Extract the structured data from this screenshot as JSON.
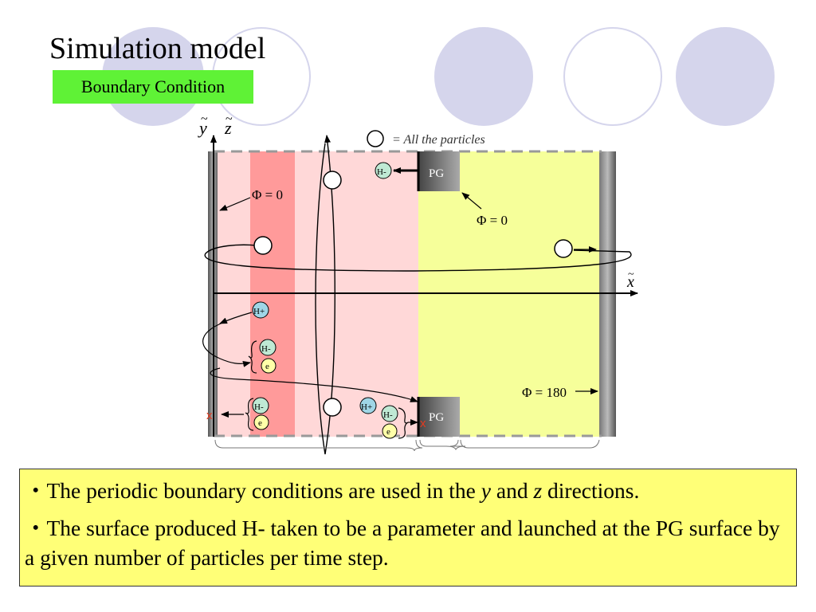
{
  "title": "Simulation model",
  "badge": "Boundary Condition",
  "diagram": {
    "axis_y": "y",
    "axis_z": "z",
    "axis_x": "x",
    "legend": "= All the particles",
    "pg_label": "PG",
    "phi_left": "Φ = 0",
    "phi_pg": "Φ = 0",
    "phi_right": "Φ = 180",
    "h_minus": "H-",
    "h_plus": "H+",
    "electron": "e",
    "absorbed_mark": "x"
  },
  "bullets": {
    "b1_pre": "・The periodic boundary conditions are used in the ",
    "b1_y": "y",
    "b1_mid": " and ",
    "b1_z": "z",
    "b1_post": " directions.",
    "b2": "・The surface produced H-  taken to be a parameter and launched at the PG surface by a given number of particles per time step."
  },
  "colors": {
    "badge": "#5ff236",
    "text_box": "#ffff77",
    "deco_circle": "#d5d5ec",
    "plasma_region": "#ffd8d8",
    "sheath_band": "#ff9a9a",
    "downstream_region": "#f6ff9a"
  }
}
